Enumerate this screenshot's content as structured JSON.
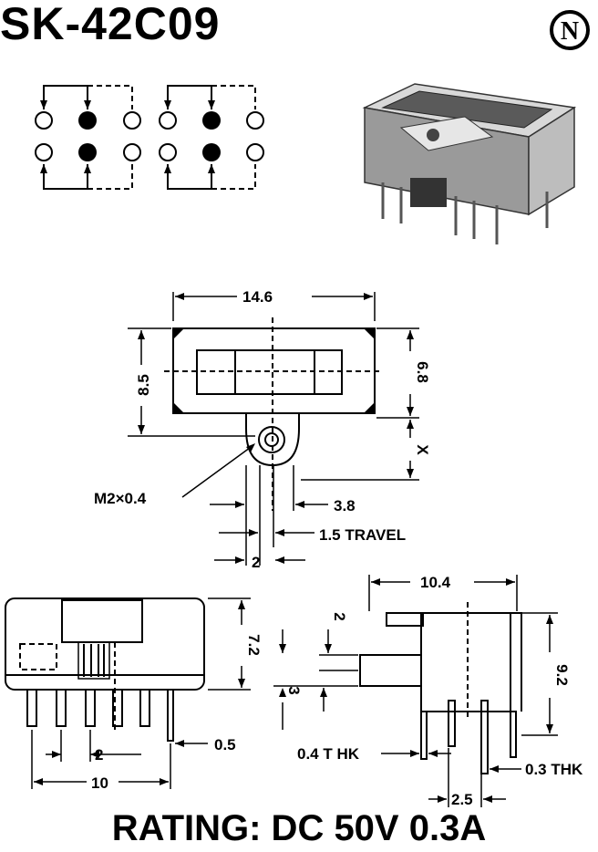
{
  "title": "SK-42C09",
  "rating": "RATING: DC 50V 0.3A",
  "logo_letter": "N",
  "dimensions": {
    "top_width": "14.6",
    "height_outer": "8.5",
    "height_inner": "6.8",
    "x_label": "X",
    "screw": "M2×0.4",
    "offset": "3.8",
    "travel": "1.5 TRAVEL",
    "pitch_small": "2",
    "front_height": "7.2",
    "front_pitch": "2",
    "front_width": "10",
    "pin_width": "0.5",
    "side_width": "10.4",
    "side_height": "9.2",
    "side_top": "2",
    "side_act": "3",
    "thk_04": "0.4 T HK",
    "thk_03": "0.3 THK",
    "side_pitch": "2.5"
  }
}
